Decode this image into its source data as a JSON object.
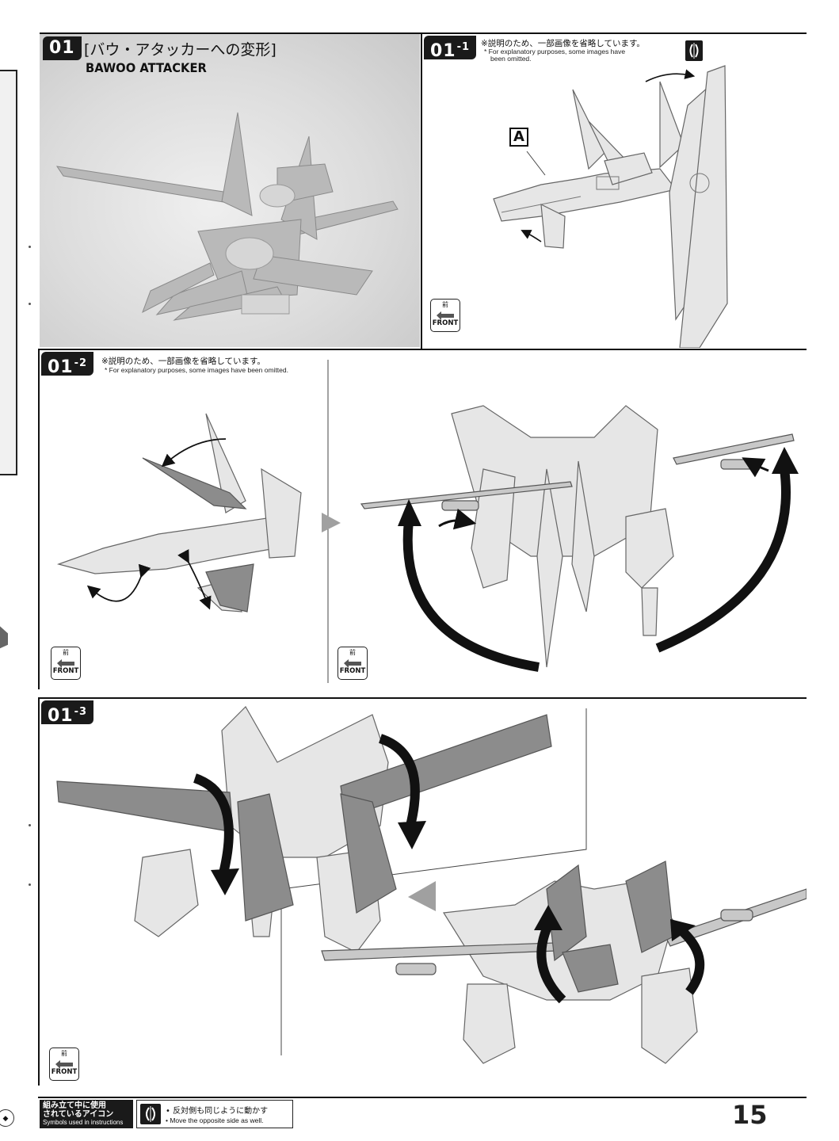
{
  "step_01": {
    "badge": "01",
    "title_jp": "[バウ・アタッカーへの変形]",
    "title_en": "BAWOO ATTACKER"
  },
  "step_01_1": {
    "badge_main": "01",
    "badge_sub": "-1",
    "note_jp": "※説明のため、一部画像を省略しています。",
    "note_en_line1": "* For explanatory purposes, some images have",
    "note_en_line2": "been omitted.",
    "part_label": "A"
  },
  "step_01_2": {
    "badge_main": "01",
    "badge_sub": "-2",
    "note_jp": "※説明のため、一部画像を省略しています。",
    "note_en": "* For explanatory purposes, some images have been omitted."
  },
  "step_01_3": {
    "badge_main": "01",
    "badge_sub": "-3"
  },
  "front_indicator": {
    "kanji": "前",
    "label": "FRONT"
  },
  "footer": {
    "legend_title_jp_line1": "組み立て中に使用",
    "legend_title_jp_line2": "されているアイコン",
    "legend_title_en": "Symbols used in instructions",
    "legend_item_jp": "• 反対側も同じように動かす",
    "legend_item_en": "• Move the opposite side as well.",
    "page_number": "15"
  },
  "colors": {
    "ink": "#111111",
    "badge_bg": "#1a1a1a",
    "part_light": "#e4e4e4",
    "part_highlight": "#8c8c8c"
  },
  "icons": [
    "mirror-move-icon",
    "front-arrow-icon",
    "rotation-arrow-icon"
  ]
}
